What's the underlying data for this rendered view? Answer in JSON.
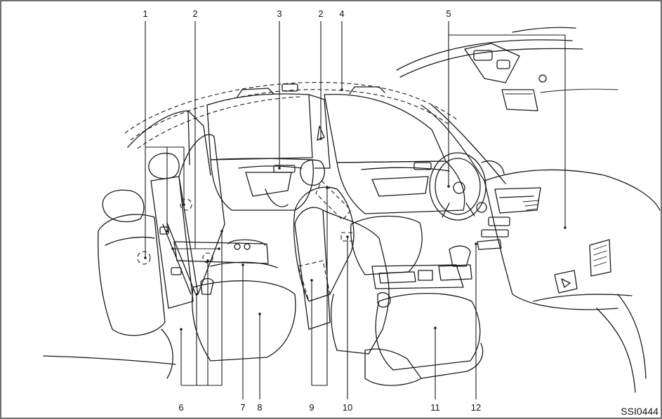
{
  "figure": {
    "code": "SSI0444",
    "callouts": [
      "1",
      "2",
      "3",
      "2",
      "4",
      "5",
      "6",
      "7",
      "8",
      "9",
      "10",
      "11",
      "12"
    ]
  },
  "colors": {
    "line": "#1a1a1a",
    "background": "#ffffff",
    "frame": "#333333"
  }
}
